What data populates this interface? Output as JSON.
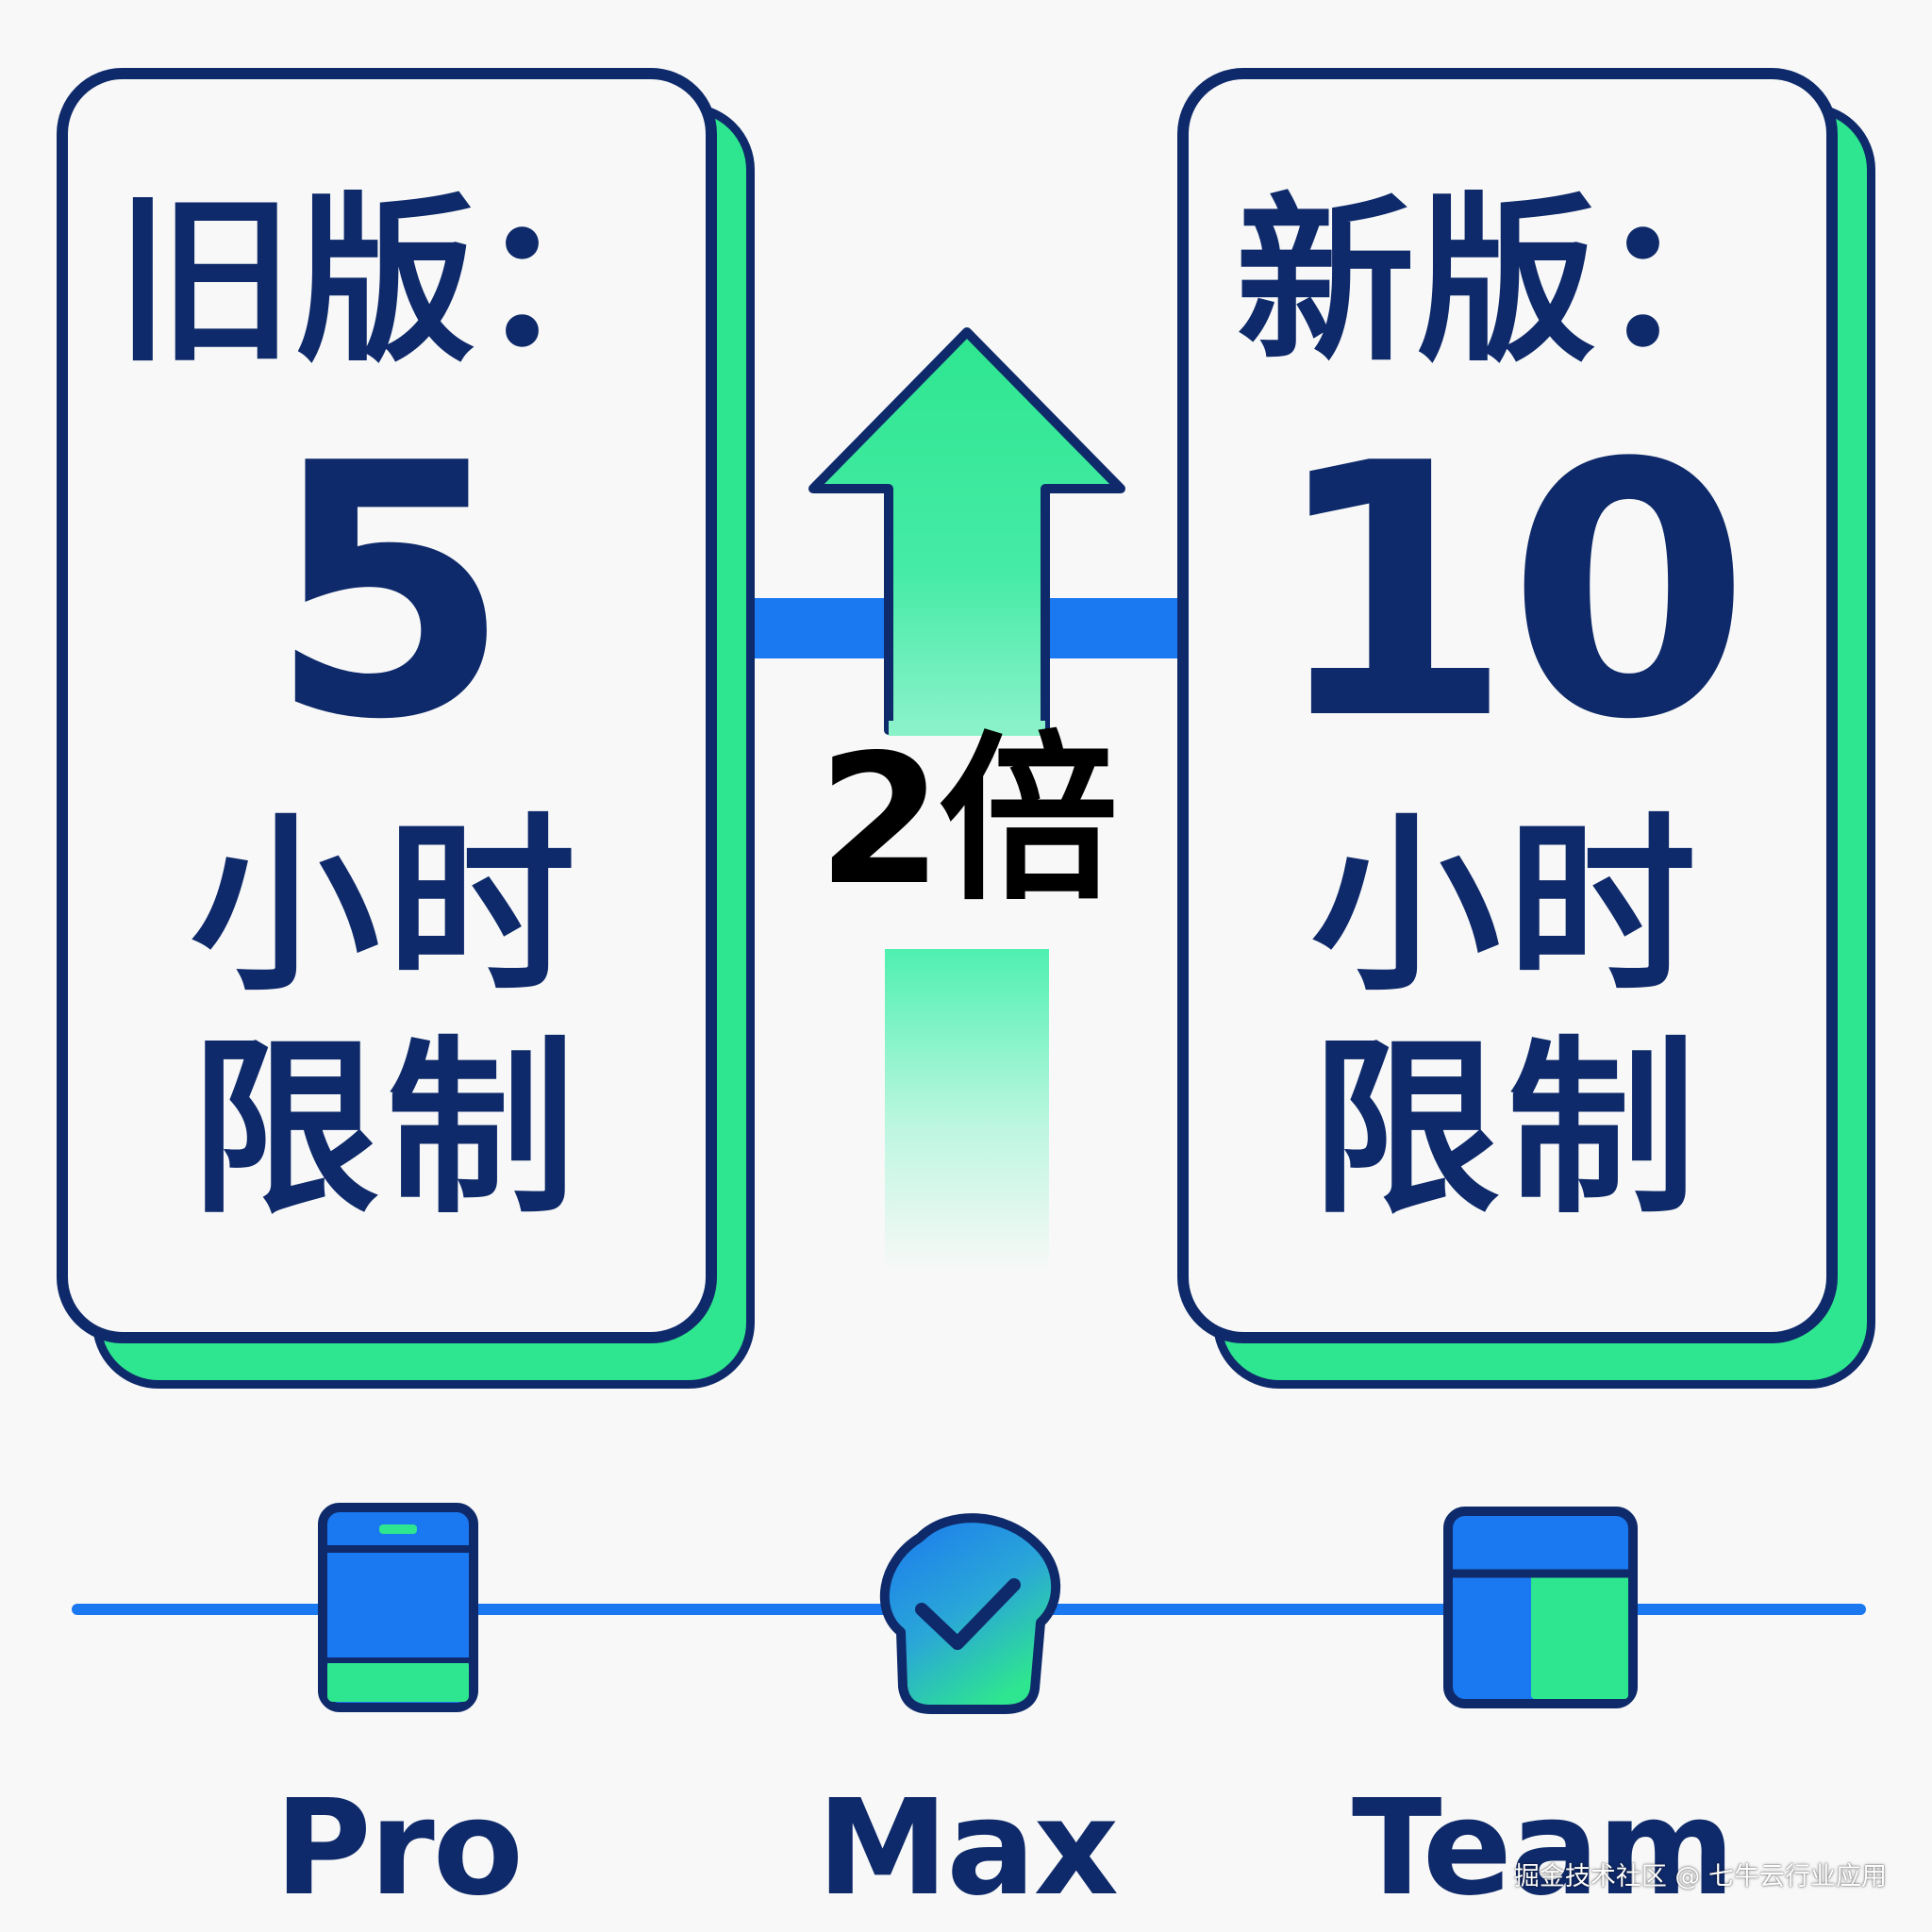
{
  "old_card": {
    "heading": "旧版：",
    "number": "5",
    "unit_line1": "小时",
    "unit_line2": "限制"
  },
  "new_card": {
    "heading": "新版：",
    "number": "10",
    "unit_line1": "小时",
    "unit_line2": "限制"
  },
  "multiplier": {
    "label": "2倍"
  },
  "plans": [
    {
      "name": "Pro",
      "icon": "tablet-icon"
    },
    {
      "name": "Max",
      "icon": "checkmark-badge-icon"
    },
    {
      "name": "Team",
      "icon": "window-icon"
    }
  ],
  "watermark": "掘金技术社区 @ 七牛云行业应用",
  "colors": {
    "navy": "#0f2a6b",
    "green": "#2ee68f",
    "blue": "#1a78f0",
    "background": "#f7f8f7"
  }
}
